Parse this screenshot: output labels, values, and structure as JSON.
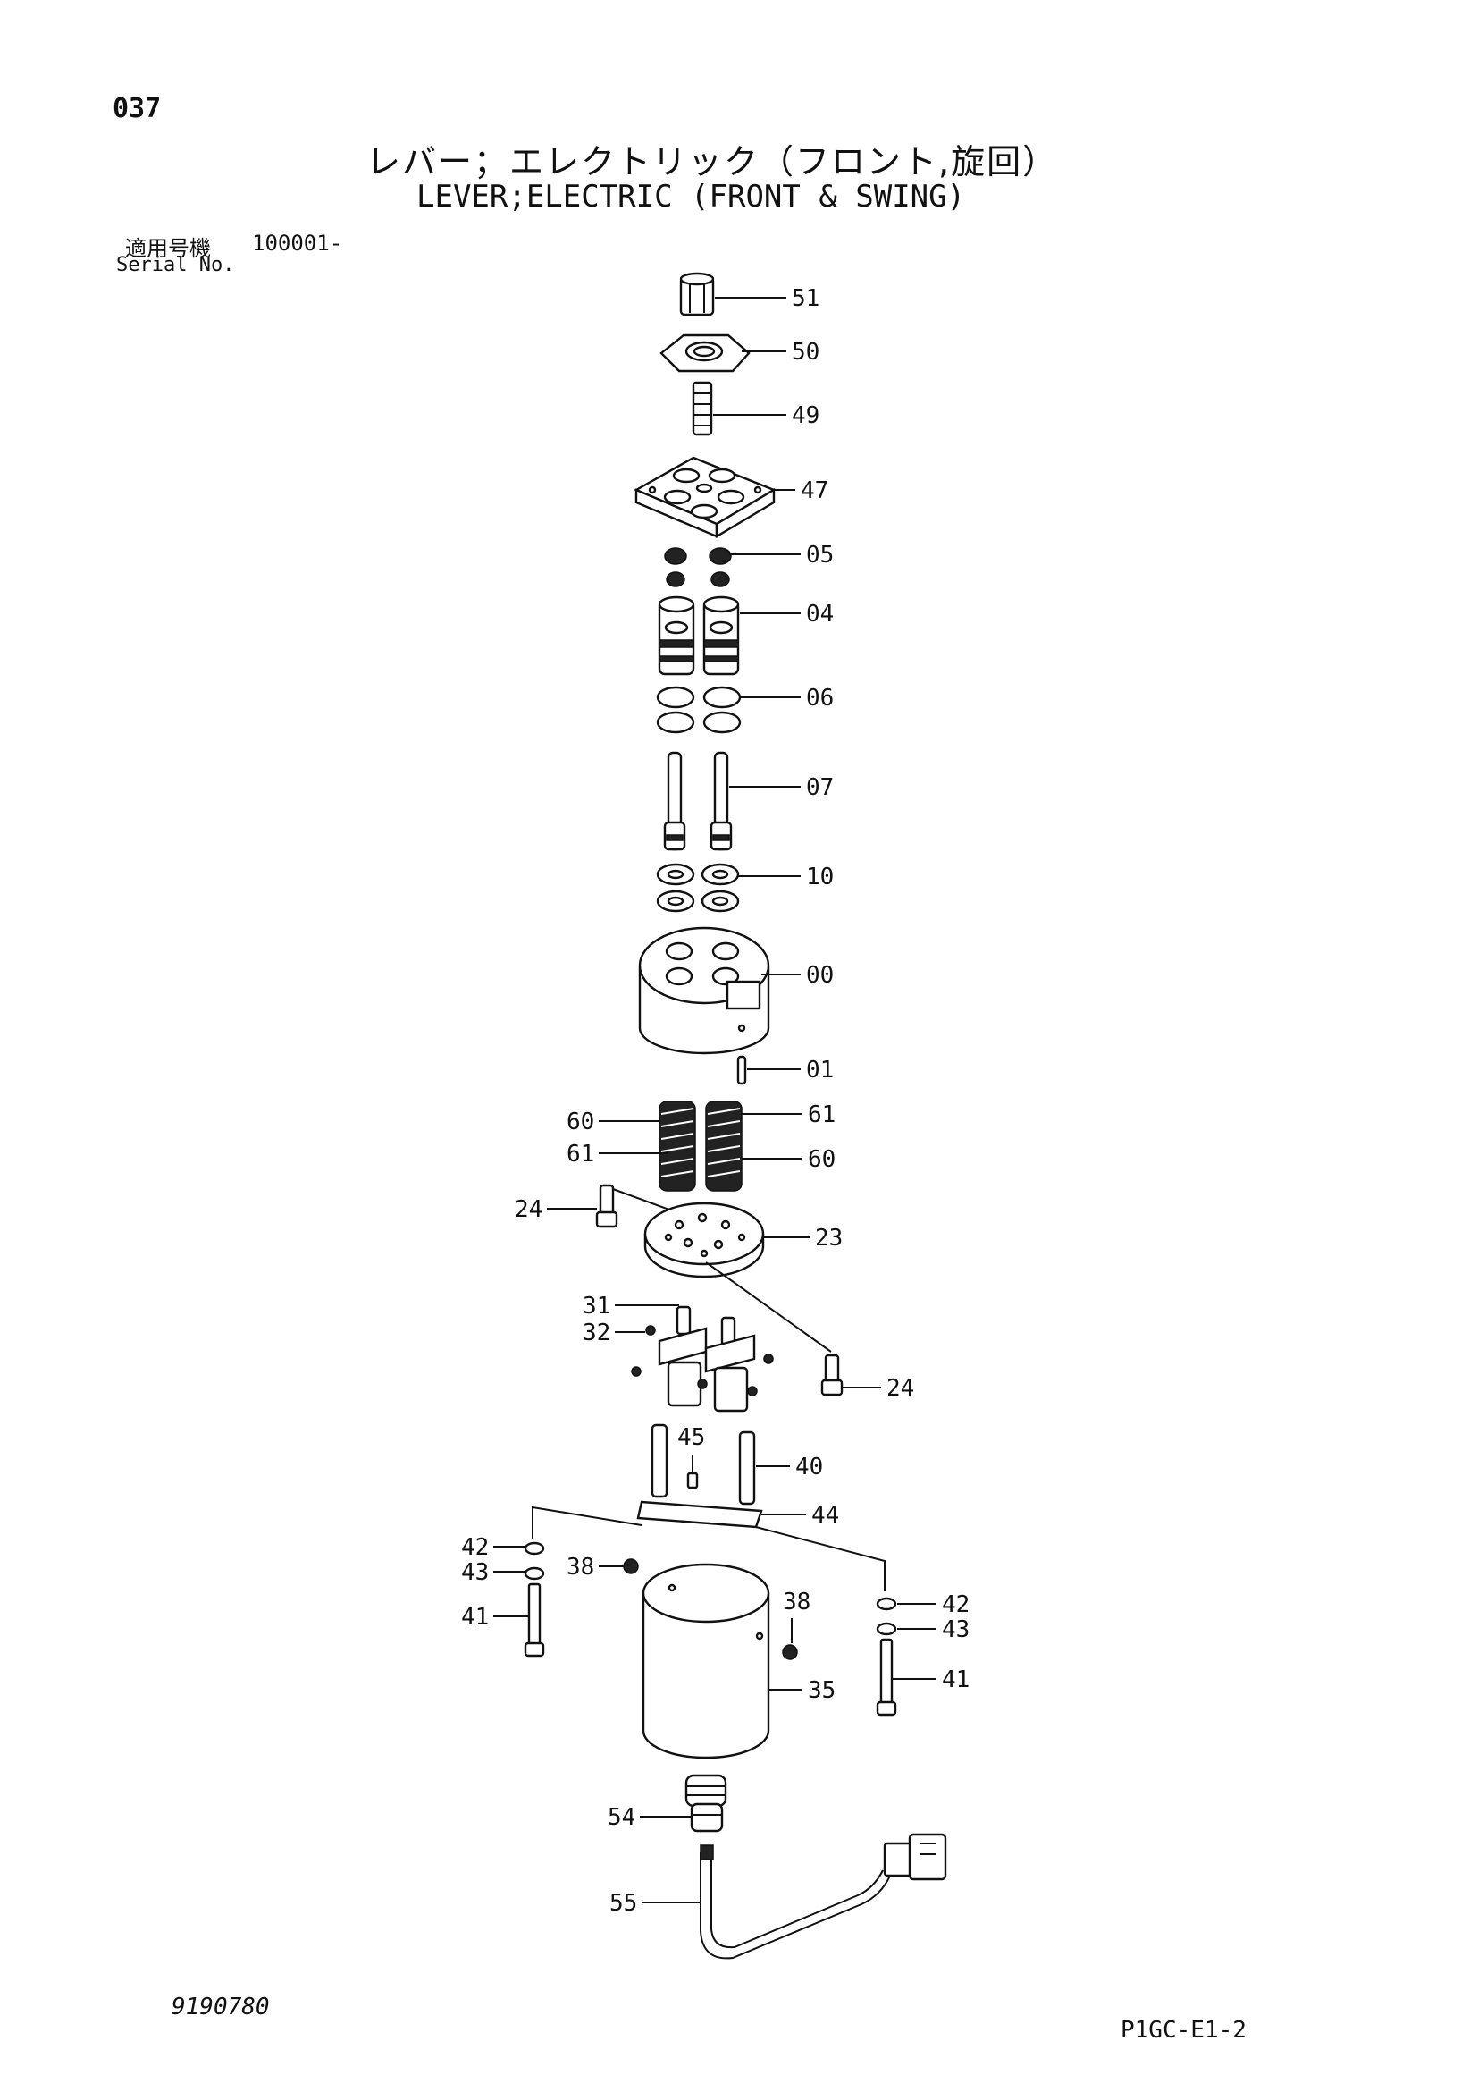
{
  "header": {
    "page_number": "037",
    "title_jp": "レバー；エレクトリック（フロント,旋回）",
    "title_en": "LEVER;ELECTRIC (FRONT & SWING)",
    "serial_label_jp": "適用号機",
    "serial_value": "100001-",
    "serial_label_en": "Serial No."
  },
  "footer": {
    "doc_number": "9190780",
    "page_code": "P1GC-E1-2"
  },
  "callouts": {
    "c51": "51",
    "c50": "50",
    "c49": "49",
    "c47": "47",
    "c05": "05",
    "c04": "04",
    "c06": "06",
    "c07": "07",
    "c10": "10",
    "c00": "00",
    "c01": "01",
    "c60a": "60",
    "c61a": "61",
    "c61b": "61",
    "c60b": "60",
    "c24a": "24",
    "c23": "23",
    "c31": "31",
    "c32": "32",
    "c24b": "24",
    "c45": "45",
    "c40": "40",
    "c44": "44",
    "c42a": "42",
    "c43a": "43",
    "c41a": "41",
    "c38a": "38",
    "c38b": "38",
    "c42b": "42",
    "c43b": "43",
    "c41b": "41",
    "c35": "35",
    "c54": "54",
    "c55": "55"
  }
}
